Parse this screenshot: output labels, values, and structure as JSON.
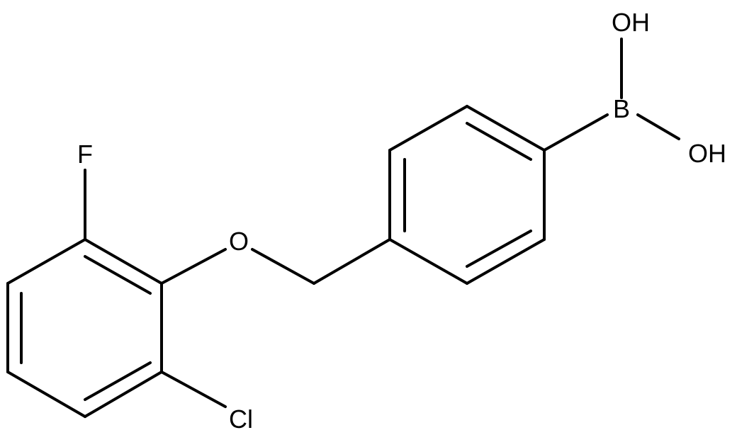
{
  "molecule": {
    "atoms": {
      "oh_top": "OH",
      "boron": "B",
      "oh_right": "OH",
      "fluorine": "F",
      "oxygen": "O",
      "chlorine": "Cl"
    },
    "colors": {
      "bond": "#000000",
      "text": "#000000",
      "background": "#ffffff"
    }
  }
}
